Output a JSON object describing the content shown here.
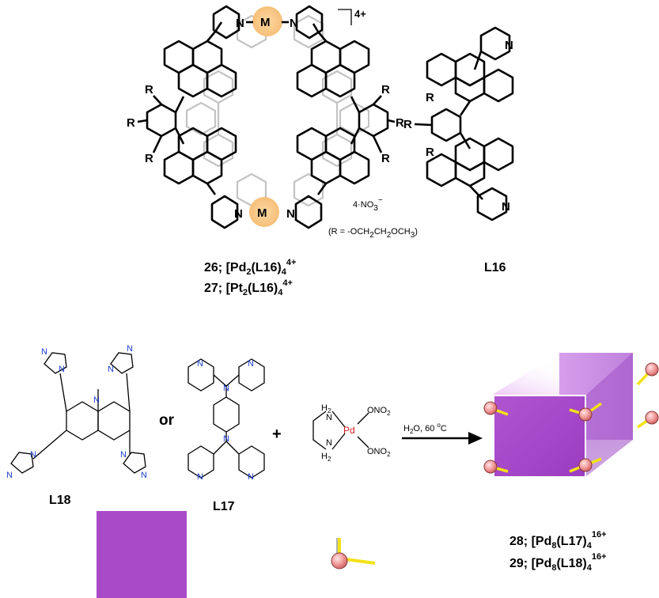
{
  "cage_top": {
    "metal": "M",
    "charge": "4+",
    "counter_ion": "4·NO",
    "counter_ion_sub": "3",
    "counter_ion_sup": "−",
    "r_def": "(R = -OCH",
    "r_def_2": "CH",
    "r_def_3": "OCH",
    "r_def_4": ")",
    "sub2": "2",
    "sub3": "3",
    "substituent": "R",
    "nitrogen": "N",
    "label_26_prefix": "26; [Pd",
    "label_26_mid": "(L16)",
    "label_26_charge": "4+",
    "label_27_prefix": "27; [Pt",
    "label_27_mid": "(L16)",
    "label_27_charge": "4+",
    "sub_2": "2",
    "sub_4": "4"
  },
  "ligand_L16": {
    "label": "L16",
    "substituent": "R",
    "nitrogen": "N"
  },
  "bottom": {
    "L18_label": "L18",
    "L17_label": "L17",
    "or_text": "or",
    "plus_text": "+",
    "nitrogen": "N",
    "pd": "Pd",
    "h2": "H",
    "h2_sub": "2",
    "ono2": "ONO",
    "ono2_sub": "2",
    "conditions": "H",
    "conditions_sub": "2",
    "conditions_rest": "O, 60 ",
    "conditions_deg": "o",
    "conditions_c": "C",
    "label_28_prefix": "28; [Pd",
    "label_28_mid": "(L17)",
    "label_28_charge": "16+",
    "label_29_prefix": "29; [Pd",
    "label_29_mid": "(L18)",
    "label_29_charge": "16+",
    "sub_8": "8",
    "sub_4": "4"
  },
  "colors": {
    "metal_fill": "#f9c98a",
    "cube_purple": "#a94bc9",
    "cube_light": "#d898ee",
    "node_pink": "#f2a2a2",
    "stick_yellow": "#f3e216",
    "pd_red": "#d11b1b",
    "n_blue": "#1a3fd1"
  }
}
